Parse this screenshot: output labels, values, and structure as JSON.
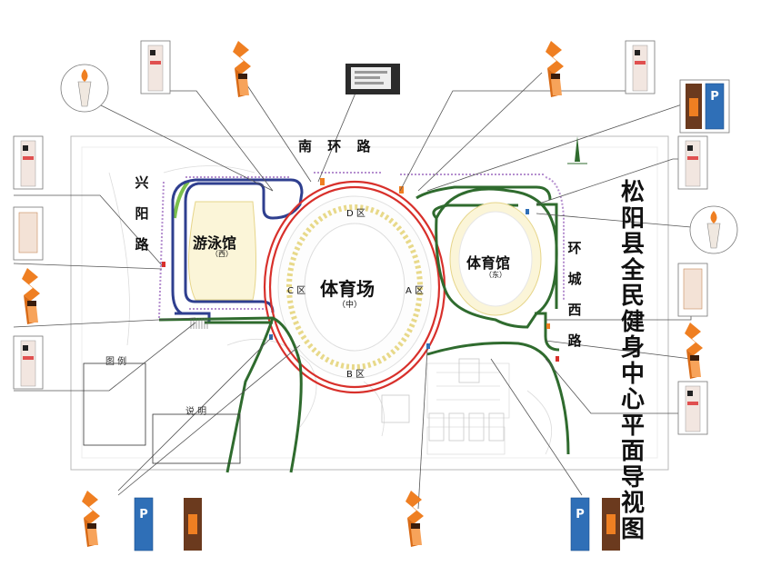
{
  "main_title": "松阳县全民健身中心平面导视图",
  "roads": {
    "south": "南 环 路",
    "west": "兴阳路",
    "east": "环城西路"
  },
  "venues": {
    "stadium": {
      "name": "体育场",
      "sub": "（中）"
    },
    "natatorium": {
      "name": "游泳馆",
      "sub": "（西）"
    },
    "gymnasium": {
      "name": "体育馆",
      "sub": "（东）"
    }
  },
  "zones": [
    "D 区",
    "A 区",
    "B 区",
    "C 区"
  ],
  "legend": {
    "title": "图  例",
    "notes_title": "说  明"
  },
  "colors": {
    "stadium_ring": "#d8302b",
    "natatorium_path": "#2f3f8f",
    "gym_path": "#2f6b2e",
    "sign_orange": "#ef7f22",
    "sign_brown": "#6b3a1e",
    "parking_blue": "#2f6fb7",
    "field_yellow": "#f3e38a",
    "track_purple": "#b58fcf"
  },
  "icons": [
    "orange-chevron-sign-icon",
    "parking-sign-icon",
    "pillar-sign-icon",
    "torch-sign-icon",
    "display-board-icon"
  ]
}
